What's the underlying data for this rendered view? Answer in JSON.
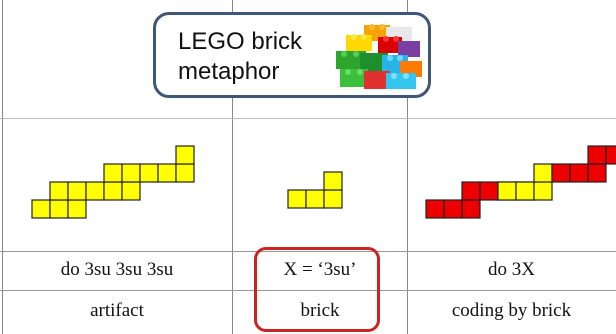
{
  "title": "LEGO brick metaphor",
  "table": {
    "rows": [
      [
        "do 3su 3su 3su",
        "X = ‘3su’",
        "do 3X"
      ],
      [
        "artifact",
        "brick",
        "coding by brick"
      ]
    ]
  },
  "highlighted_column": "brick",
  "colors": {
    "yellow_brick": "#ffff00",
    "red_brick": "#ee0000",
    "border": "#3d5775",
    "highlight": "#cc2222"
  },
  "illustration": "pile-of-lego-bricks"
}
